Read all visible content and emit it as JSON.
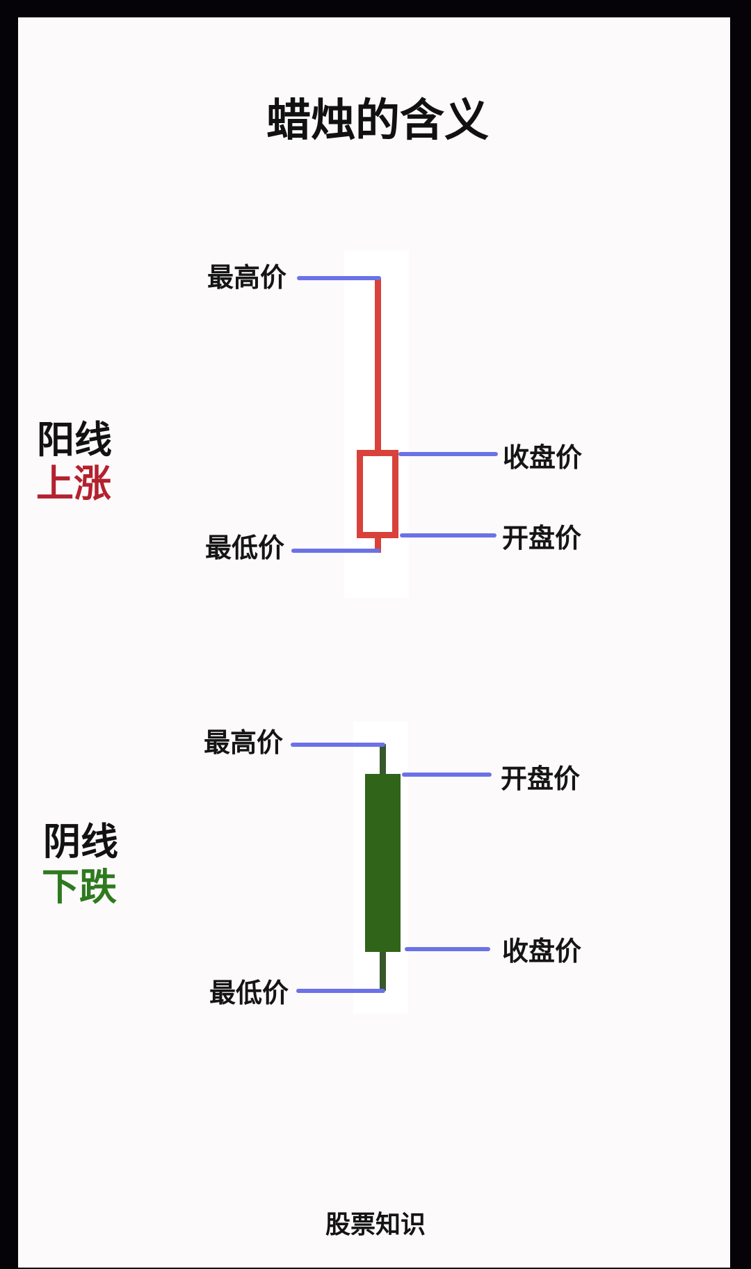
{
  "title": "蜡烛的含义",
  "footer": "股票知识",
  "colors": {
    "indicator_line": "#6b72e6",
    "bullish_candle": "#d9413b",
    "bullish_text": "#b3212f",
    "bearish_candle": "#2f6419",
    "bearish_wick": "#36582a",
    "bearish_text": "#2e7a1f",
    "text": "#151515",
    "background": "#fdfafb",
    "frame": "#050308"
  },
  "candles": [
    {
      "type_label": "阳线",
      "trend_label": "上涨",
      "body_style": "hollow",
      "labels": {
        "high": "最高价",
        "close": "收盘价",
        "open": "开盘价",
        "low": "最低价"
      },
      "order_top_to_bottom": [
        "最高价",
        "收盘价",
        "开盘价",
        "最低价"
      ]
    },
    {
      "type_label": "阴线",
      "trend_label": "下跌",
      "body_style": "filled",
      "labels": {
        "high": "最高价",
        "open": "开盘价",
        "close": "收盘价",
        "low": "最低价"
      },
      "order_top_to_bottom": [
        "最高价",
        "开盘价",
        "收盘价",
        "最低价"
      ]
    }
  ]
}
